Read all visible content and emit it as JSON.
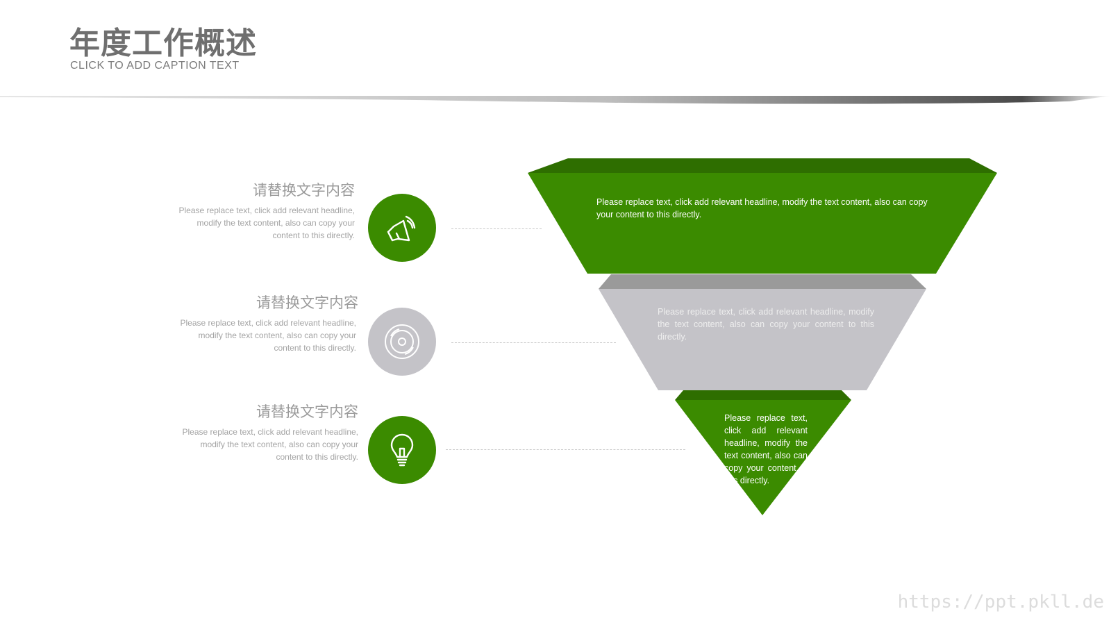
{
  "header": {
    "title": "年度工作概述",
    "caption": "CLICK TO ADD CAPTION TEXT"
  },
  "items": [
    {
      "title": "请替换文字内容",
      "desc": "Please replace text, click add relevant headline, modify the text content, also can copy your content to this directly.",
      "icon": "speaker-icon",
      "color": "#3b8b00"
    },
    {
      "title": "请替换文字内容",
      "desc": "Please replace text, click add relevant headline, modify the text content, also can copy your content to this directly.",
      "icon": "disc-icon",
      "color": "#c4c3c8"
    },
    {
      "title": "请替换文字内容",
      "desc": "Please replace text, click add relevant headline, modify the text content, also can copy your content to this directly.",
      "icon": "lightbulb-icon",
      "color": "#3b8b00"
    }
  ],
  "funnel": [
    {
      "text": "Please replace text, click add relevant headline, modify the text content, also can copy your content to this directly.",
      "color": "#3b8b00"
    },
    {
      "text": "Please replace text, click add relevant headline, modify the text content, also can copy your content to this directly.",
      "color": "#c4c3c8"
    },
    {
      "text": "Please replace text, click add relevant headline, modify the text content, also can copy your content to this directly.",
      "color": "#3b8b00"
    }
  ],
  "watermark": "https://ppt.pkll.de",
  "colors": {
    "accent": "#3b8b00",
    "accent_dark": "#2e6e00",
    "grey": "#c4c3c8",
    "grey_dark": "#9a9a9a"
  }
}
